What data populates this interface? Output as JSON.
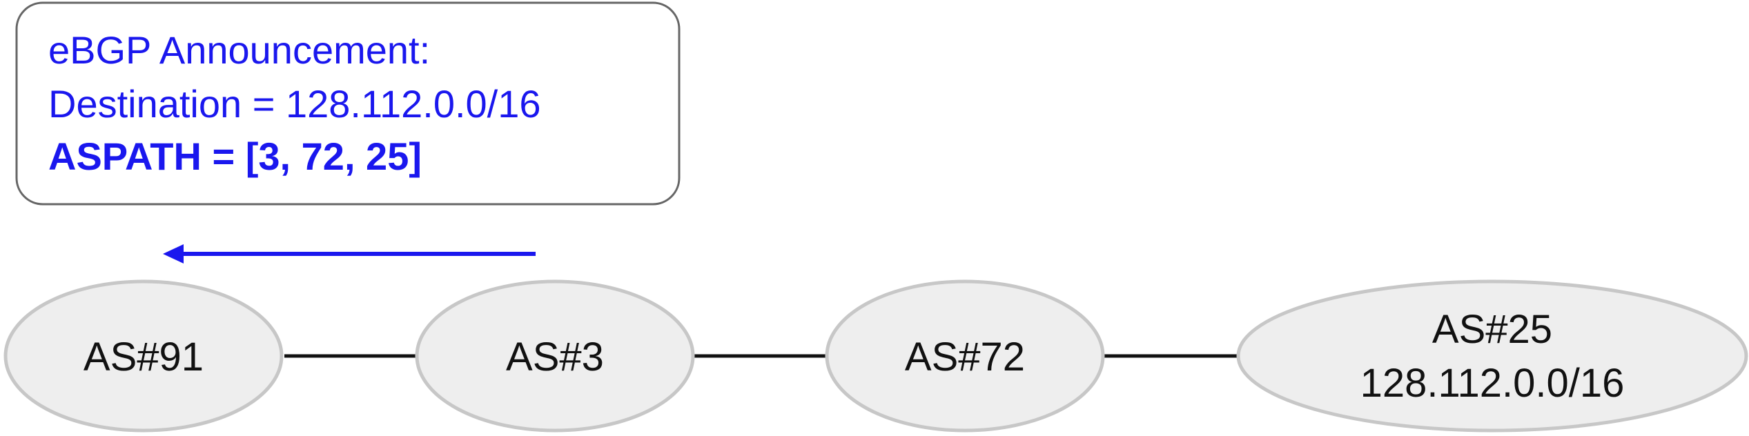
{
  "announcement": {
    "line1": "eBGP Announcement:",
    "line2": "Destination = 128.112.0.0/16",
    "line3": "ASPATH = [3, 72, 25]"
  },
  "nodes": [
    {
      "id": "as91",
      "label": "AS#91"
    },
    {
      "id": "as3",
      "label": "AS#3"
    },
    {
      "id": "as72",
      "label": "AS#72"
    },
    {
      "id": "as25",
      "label": "AS#25",
      "sublabel": "128.112.0.0/16"
    }
  ],
  "colors": {
    "announcement_text": "#1a17ee",
    "arrow": "#1a17ee",
    "node_fill": "#eeeeee",
    "node_stroke": "#c7c7c7",
    "link": "#111111",
    "box_stroke": "#666666"
  }
}
